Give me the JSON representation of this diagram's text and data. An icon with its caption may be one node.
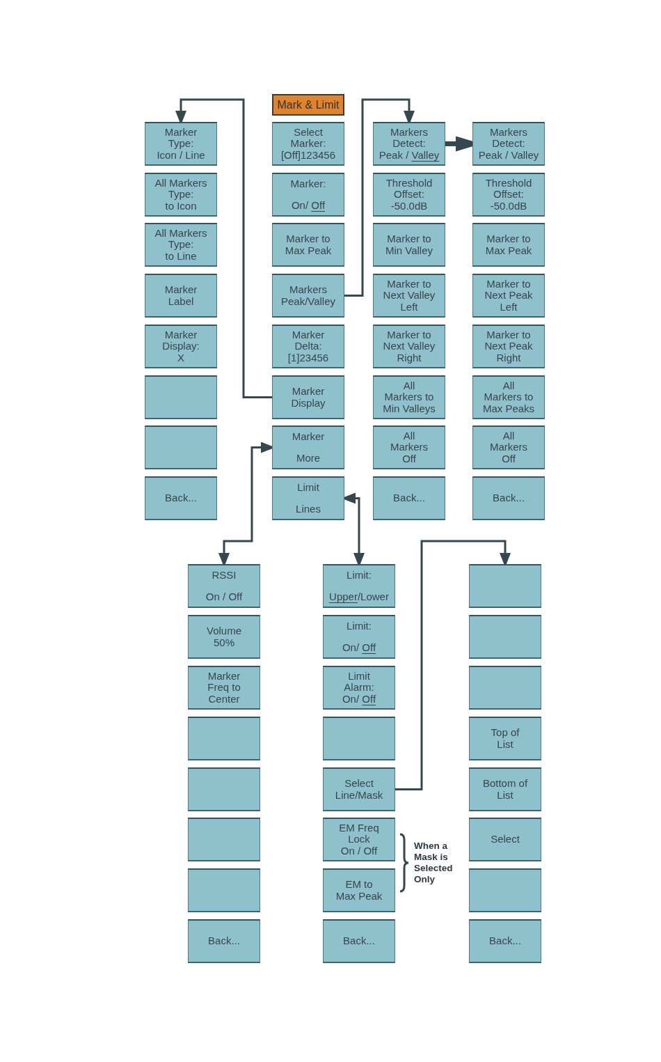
{
  "diagram": {
    "nodes": [
      {
        "text": [
          "Marker Type: Icon / Line"
        ]
      },
      {
        "text": [
          "All Markers Type: to Icon"
        ]
      },
      {
        "text": [
          "All Markers Type: to Line"
        ]
      },
      {
        "text": [
          "Marker Label"
        ]
      },
      {
        "text": [
          "Marker Display: X"
        ]
      },
      {
        "text": [],
        "shape": "box"
      },
      {
        "text": [],
        "shape": "box"
      },
      {
        "text": [
          "Back..."
        ]
      },
      {
        "text": [
          "Mark & Limit"
        ]
      },
      {
        "text": [
          "Select Marker: [Off]123456"
        ]
      },
      {
        "text": [
          "Marker:",
          "On/ Off"
        ]
      },
      {
        "text": [
          "Marker to Max Peak"
        ]
      },
      {
        "text": [
          "Markers Peak/Valley"
        ]
      },
      {
        "text": [
          "Marker Delta: [1]23456"
        ]
      },
      {
        "text": [
          "Marker Display"
        ]
      },
      {
        "text": [
          "Marker",
          "More"
        ]
      },
      {
        "text": [
          "Limit",
          "Lines"
        ]
      },
      {
        "text": [
          "Markers Detect: Peak / Valley"
        ]
      },
      {
        "text": [
          "Threshold Offset: -50.0dB"
        ]
      },
      {
        "text": [
          "Marker to Min Valley"
        ]
      },
      {
        "text": [
          "Marker to Next Valley Left"
        ]
      },
      {
        "text": [
          "Marker to Next Valley Right"
        ]
      },
      {
        "text": [
          "All Markers to Min Valleys"
        ]
      },
      {
        "text": [
          "All Markers Off"
        ]
      },
      {
        "text": [
          "Back..."
        ]
      },
      {
        "text": [
          "Markers Detect: Peak / Valley"
        ]
      },
      {
        "text": [
          "Threshold Offset: -50.0dB"
        ]
      },
      {
        "text": [
          "Marker to Max Peak"
        ]
      },
      {
        "text": [
          "Marker to Next Peak Left"
        ]
      },
      {
        "text": [
          "Marker to Next Peak Right"
        ]
      },
      {
        "text": [
          "All Markers to Max Peaks"
        ]
      },
      {
        "text": [
          "All Markers Off"
        ]
      },
      {
        "text": [
          "Back..."
        ]
      },
      {
        "text": [
          "RSSI",
          "On / Off"
        ]
      },
      {
        "text": [
          "Volume 50%"
        ]
      },
      {
        "text": [
          "Marker Freq to Center"
        ]
      },
      {
        "text": [],
        "shape": "box"
      },
      {
        "text": [],
        "shape": "box"
      },
      {
        "text": [],
        "shape": "box"
      },
      {
        "text": [],
        "shape": "box"
      },
      {
        "text": [
          "Back..."
        ]
      },
      {
        "text": [
          "Limit:",
          "Upper/Lower"
        ]
      },
      {
        "text": [
          "Limit:",
          "On/ Off"
        ]
      },
      {
        "text": [
          "Limit Alarm: On/ Off"
        ]
      },
      {
        "text": [],
        "shape": "box"
      },
      {
        "text": [
          "Select Line/Mask"
        ]
      },
      {
        "text": [
          "EM Freq Lock On / Off"
        ]
      },
      {
        "text": [
          "EM to Max Peak"
        ]
      },
      {
        "text": [
          "Back..."
        ]
      },
      {
        "text": [],
        "shape": "box"
      },
      {
        "text": [],
        "shape": "box"
      },
      {
        "text": [],
        "shape": "box"
      },
      {
        "text": [
          "Top of List"
        ]
      },
      {
        "text": [
          "Bottom of List"
        ]
      },
      {
        "text": [
          "Select"
        ]
      },
      {
        "text": [],
        "shape": "box"
      },
      {
        "text": [
          "Back..."
        ]
      }
    ],
    "edges": [
      {
        "from": 14,
        "to": 0,
        "arrow": "to"
      },
      {
        "from": 12,
        "to": 17,
        "arrow": "to"
      },
      {
        "from": 17,
        "to": 25,
        "arrow": "to",
        "style": "thick"
      },
      {
        "from": 15,
        "to": 33,
        "arrow": "both"
      },
      {
        "from": 16,
        "to": 41,
        "arrow": "both"
      },
      {
        "from": 45,
        "to": 49,
        "arrow": "to"
      }
    ],
    "labels": [
      "When a Mask is Selected Only"
    ]
  }
}
